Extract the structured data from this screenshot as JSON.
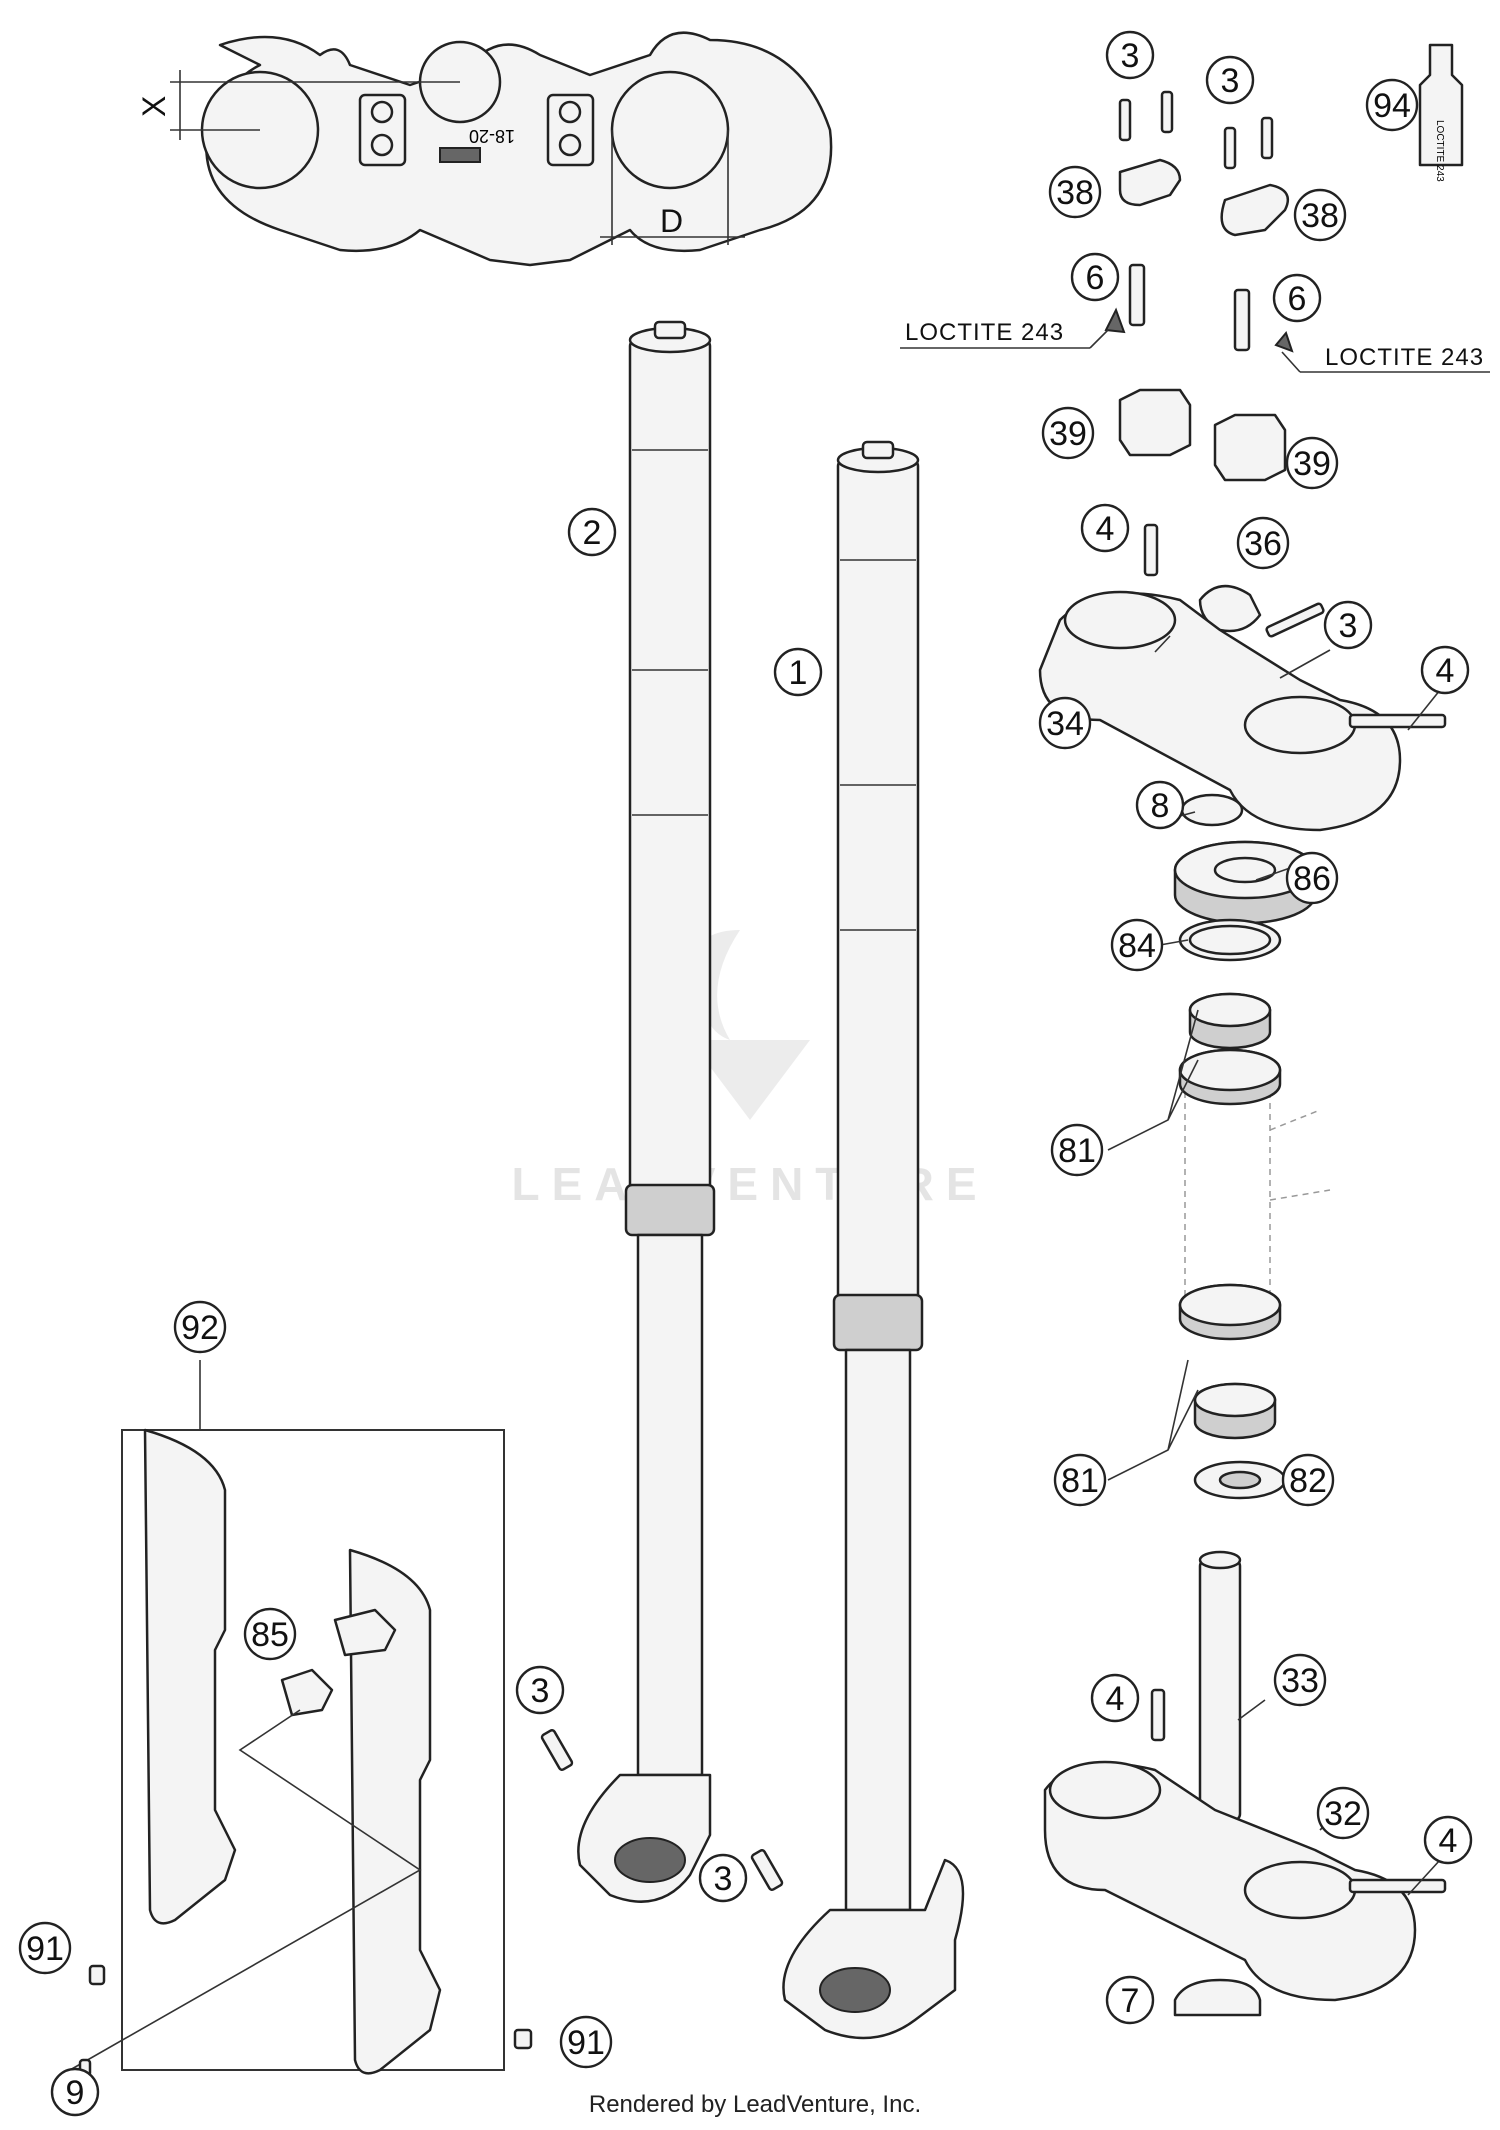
{
  "callouts": [
    {
      "id": "c3-top-left",
      "num": "3"
    },
    {
      "id": "c3-top-right",
      "num": "3"
    },
    {
      "id": "c94",
      "num": "94"
    },
    {
      "id": "c38-left",
      "num": "38"
    },
    {
      "id": "c38-right",
      "num": "38"
    },
    {
      "id": "c6-left",
      "num": "6"
    },
    {
      "id": "c6-right",
      "num": "6"
    },
    {
      "id": "c39-left",
      "num": "39"
    },
    {
      "id": "c39-right",
      "num": "39"
    },
    {
      "id": "c2",
      "num": "2"
    },
    {
      "id": "c1",
      "num": "1"
    },
    {
      "id": "c4-upper",
      "num": "4"
    },
    {
      "id": "c36",
      "num": "36"
    },
    {
      "id": "c3-upper-clamp",
      "num": "3"
    },
    {
      "id": "c4-upper-bolt",
      "num": "4"
    },
    {
      "id": "c34",
      "num": "34"
    },
    {
      "id": "c8",
      "num": "8"
    },
    {
      "id": "c86",
      "num": "86"
    },
    {
      "id": "c84",
      "num": "84"
    },
    {
      "id": "c81-upper",
      "num": "81"
    },
    {
      "id": "c92",
      "num": "92"
    },
    {
      "id": "c81-lower",
      "num": "81"
    },
    {
      "id": "c82",
      "num": "82"
    },
    {
      "id": "c85",
      "num": "85"
    },
    {
      "id": "c3-fork-left",
      "num": "3"
    },
    {
      "id": "c33",
      "num": "33"
    },
    {
      "id": "c4-lower",
      "num": "4"
    },
    {
      "id": "c32",
      "num": "32"
    },
    {
      "id": "c4-lower-bolt",
      "num": "4"
    },
    {
      "id": "c3-fork-right",
      "num": "3"
    },
    {
      "id": "c91-left",
      "num": "91"
    },
    {
      "id": "c7",
      "num": "7"
    },
    {
      "id": "c9",
      "num": "9"
    },
    {
      "id": "c91-right",
      "num": "91"
    }
  ],
  "labels": {
    "loctite_left": "LOCTITE 243",
    "loctite_right": "LOCTITE 243",
    "bottle_text": "LOCTITE 243",
    "dim_x": "X",
    "dim_d": "D",
    "clamp_stamp": "18-20",
    "watermark": "LEADVENTURE",
    "footer": "Rendered by LeadVenture, Inc."
  }
}
